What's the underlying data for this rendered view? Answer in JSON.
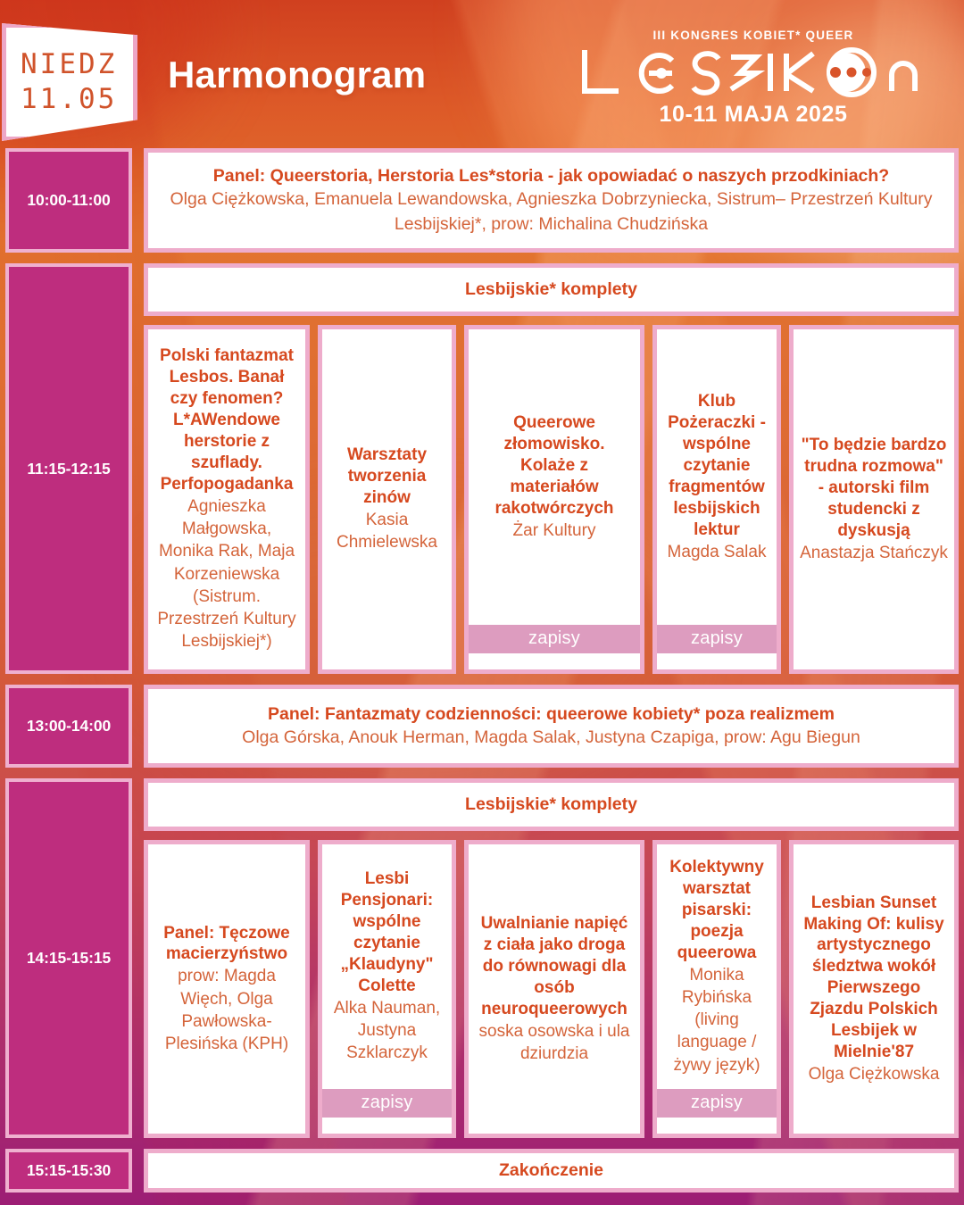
{
  "header": {
    "day_badge": {
      "line1": "NIEDZ",
      "line2": "11.05"
    },
    "title": "Harmonogram",
    "logo": {
      "kicker": "III KONGRES KOBIET* QUEER",
      "wordmark": "LESBIKON",
      "date": "10-11 MAJA 2025"
    }
  },
  "labels": {
    "section_komplety": "Lesbijskie* komplety",
    "zapisy": "zapisy"
  },
  "colors": {
    "accent_orange": "#d6491f",
    "text_orange": "#d4643a",
    "magenta": "#be2d7e",
    "pink_border": "#eeaccb",
    "zapisy_bg": "#dd9cbf"
  },
  "rows": [
    {
      "time": "10:00-11:00",
      "type": "single",
      "title": "Panel: Queerstoria, Herstoria Les*storia - jak opowiadać o naszych przodkiniach?",
      "sub": "Olga Ciężkowska, Emanuela Lewandowska, Agnieszka Dobrzyniecka, Sistrum– Przestrzeń Kultury Lesbijskiej*, prow: Michalina Chudzińska"
    },
    {
      "time": "11:15-12:15",
      "type": "columns",
      "section": "Lesbijskie* komplety",
      "columns": [
        {
          "title": "Polski fantazmat Lesbos. Banał czy fenomen? L*AWendowe herstorie z szuflady. Perfopogadanka",
          "sub": "Agnieszka Małgowska, Monika Rak, Maja Korzeniewska (Sistrum. Przestrzeń Kultury Lesbijskiej*)",
          "zapisy": false
        },
        {
          "title": "Warsztaty tworzenia zinów",
          "sub": "Kasia Chmielewska",
          "zapisy": false
        },
        {
          "title": "Queerowe złomowisko. Kolaże z materiałów rakotwórczych",
          "sub": "Żar Kultury",
          "zapisy": true
        },
        {
          "title": "Klub Pożeraczki - wspólne czytanie fragmentów lesbijskich lektur",
          "sub": "Magda Salak",
          "zapisy": true
        },
        {
          "title": "\"To będzie bardzo trudna rozmowa\" - autorski film studencki z dyskusją",
          "sub": "Anastazja Stańczyk",
          "zapisy": false
        }
      ]
    },
    {
      "time": "13:00-14:00",
      "type": "single",
      "title": "Panel: Fantazmaty codzienności: queerowe kobiety* poza realizmem",
      "sub": "Olga Górska, Anouk Herman, Magda Salak, Justyna Czapiga, prow: Agu Biegun"
    },
    {
      "time": "14:15-15:15",
      "type": "columns",
      "section": "Lesbijskie* komplety",
      "columns": [
        {
          "title": "Panel: Tęczowe macierzyństwo",
          "sub": "prow: Magda Więch, Olga Pawłowska-Plesińska (KPH)",
          "zapisy": false
        },
        {
          "title": "Lesbi Pensjonari: wspólne czytanie „Klaudyny\" Colette",
          "sub": "Alka Nauman, Justyna Szklarczyk",
          "zapisy": true
        },
        {
          "title": "Uwalnianie napięć z ciała jako droga do równowagi dla osób neuroqueerowych",
          "sub": "soska osowska i ula dziurdzia",
          "zapisy": false
        },
        {
          "title": "Kolektywny warsztat pisarski: poezja queerowa",
          "sub": "Monika Rybińska (living language / żywy język)",
          "zapisy": true
        },
        {
          "title": "Lesbian Sunset Making Of: kulisy artystycznego śledztwa wokół Pierwszego Zjazdu Polskich Lesbijek w Mielnie'87",
          "sub": "Olga Ciężkowska",
          "zapisy": false
        }
      ]
    },
    {
      "time": "15:15-15:30",
      "type": "single",
      "title": "Zakończenie",
      "sub": ""
    }
  ]
}
